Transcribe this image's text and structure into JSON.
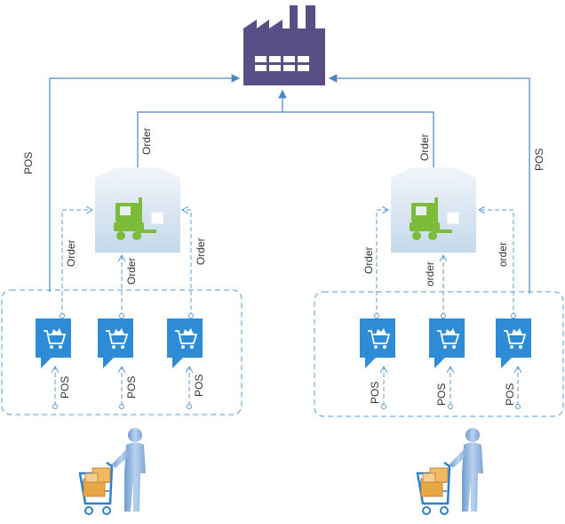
{
  "labels": {
    "order": "Order",
    "order_lower": "order",
    "pos": "POS"
  },
  "colors": {
    "factory": "#5A4E86",
    "factory_window": "#ffffff",
    "arrow": "#4A86C5",
    "dashed": "#5B9BD5",
    "store": "#2E8BD6",
    "warehouse_top": "#E8EEF4",
    "warehouse_bottom": "#C4D9EA",
    "forklift": "#7DBB3B",
    "person": "#8EB6E0",
    "cart": "#2E7FD1",
    "box": "#E8A743"
  },
  "nodes": {
    "factory": "factory-icon",
    "warehouses": [
      "warehouse-forklift-icon",
      "warehouse-forklift-icon"
    ],
    "stores": [
      "shopping-cart-store-icon",
      "shopping-cart-store-icon",
      "shopping-cart-store-icon",
      "shopping-cart-store-icon",
      "shopping-cart-store-icon",
      "shopping-cart-store-icon"
    ],
    "customers": [
      "customer-with-cart-icon",
      "customer-with-cart-icon"
    ]
  }
}
